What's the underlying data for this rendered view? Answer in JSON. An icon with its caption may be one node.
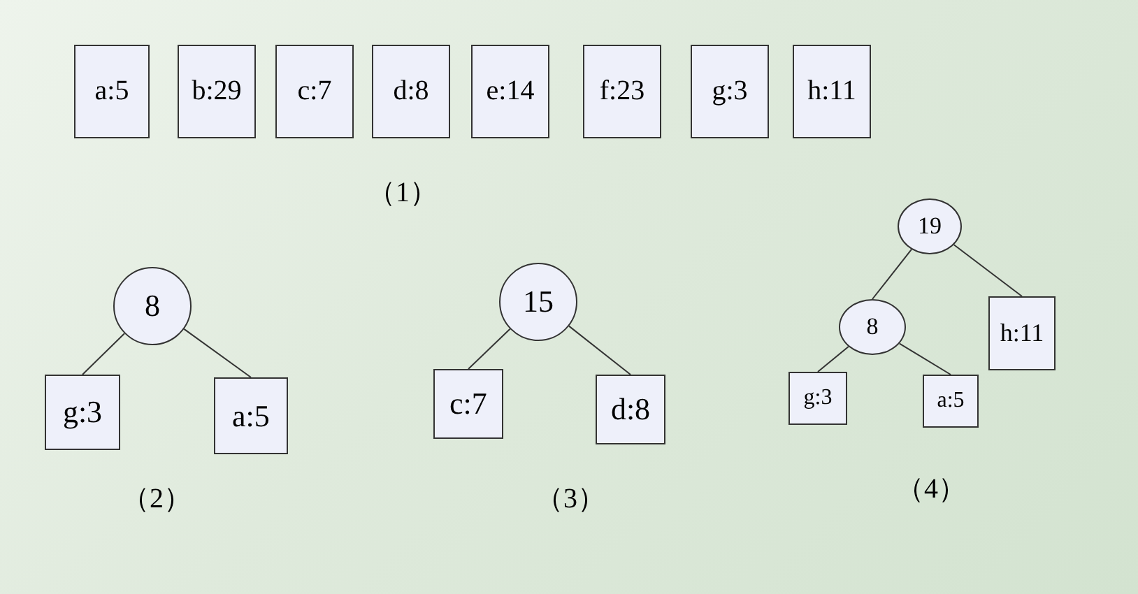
{
  "diagram": {
    "nodes": [
      {
        "text": [
          "a:5"
        ]
      },
      {
        "text": [
          "b:29"
        ]
      },
      {
        "text": [
          "c:7"
        ]
      },
      {
        "text": [
          "d:8"
        ]
      },
      {
        "text": [
          "e:14"
        ]
      },
      {
        "text": [
          "f:23"
        ]
      },
      {
        "text": [
          "g:3"
        ]
      },
      {
        "text": [
          "h:11"
        ]
      },
      {
        "text": [
          "8"
        ]
      },
      {
        "text": [
          "15"
        ]
      },
      {
        "text": [
          "19"
        ]
      },
      {
        "text": [
          "8"
        ]
      },
      {
        "text": [
          "h:11"
        ]
      },
      {
        "text": [
          "g:3"
        ]
      },
      {
        "text": [
          "a:5"
        ]
      },
      {
        "text": [
          "c:7"
        ]
      },
      {
        "text": [
          "d:8"
        ]
      },
      {
        "text": [
          "g:3"
        ]
      },
      {
        "text": [
          "a:5"
        ]
      }
    ],
    "edges": [
      {
        "from": 8,
        "to": 13,
        "arrow": "none"
      },
      {
        "from": 8,
        "to": 14,
        "arrow": "none"
      },
      {
        "from": 9,
        "to": 15,
        "arrow": "none"
      },
      {
        "from": 9,
        "to": 16,
        "arrow": "none"
      },
      {
        "from": 10,
        "to": 11,
        "arrow": "none"
      },
      {
        "from": 10,
        "to": 12,
        "arrow": "none"
      },
      {
        "from": 11,
        "to": 17,
        "arrow": "none"
      },
      {
        "from": 11,
        "to": 18,
        "arrow": "none"
      }
    ],
    "labels": [
      "（1）",
      "（2）",
      "（3）",
      "（4）"
    ]
  }
}
